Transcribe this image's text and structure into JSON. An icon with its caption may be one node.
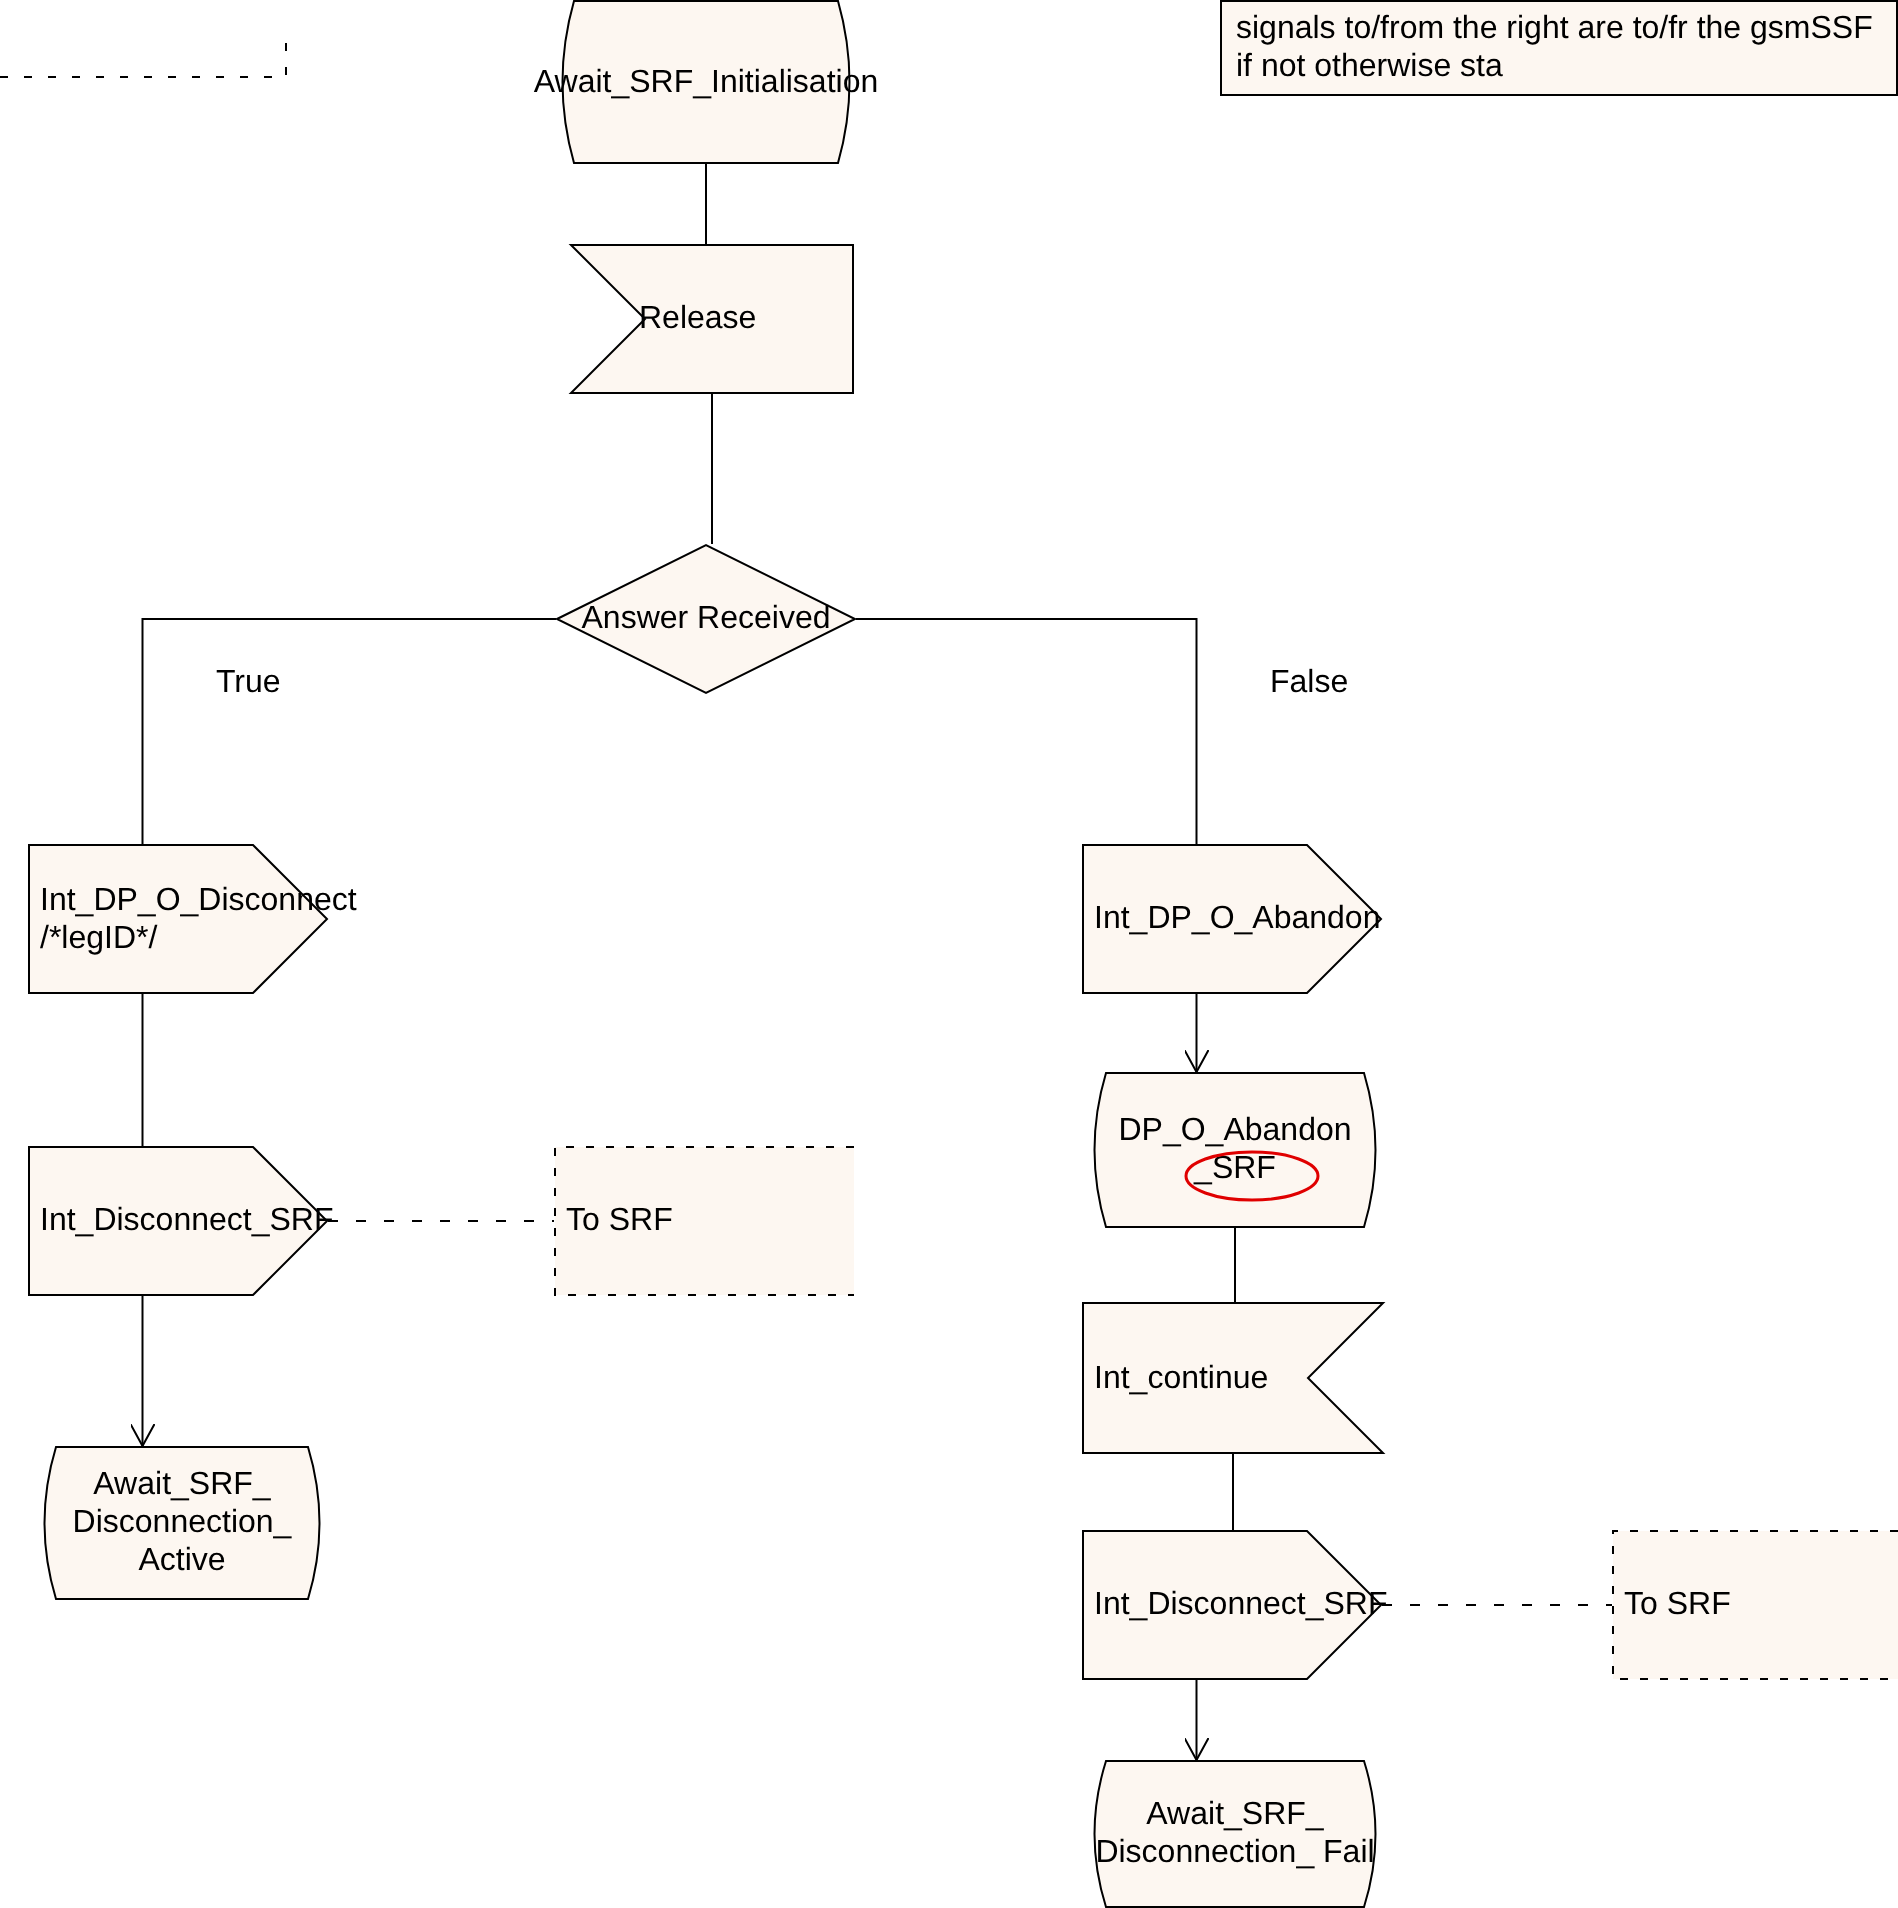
{
  "diagram": {
    "nodes": [
      {
        "text": [
          "Await_SRF_Initialisation"
        ]
      },
      {
        "text": [
          "Release"
        ]
      },
      {
        "text": [
          "Answer Received"
        ]
      },
      {
        "text": [
          "Int_DP_O_Disconnect /*legID*/"
        ]
      },
      {
        "text": [
          "Int_Disconnect_SRF"
        ]
      },
      {
        "text": [
          "To SRF"
        ]
      },
      {
        "text": [
          "Await_SRF_ Disconnection_ Active"
        ]
      },
      {
        "text": [
          "Int_DP_O_Abandon"
        ]
      },
      {
        "text": [
          "DP_O_Abandon _SRF"
        ]
      },
      {
        "text": [
          "Int_continue"
        ]
      },
      {
        "text": [
          "Int_Disconnect_SRF"
        ]
      },
      {
        "text": [
          "To SRF"
        ]
      },
      {
        "text": [
          "Await_SRF_ Disconnection_ Fail"
        ]
      },
      {
        "text": [
          "signals to/from the right are to/fr the gsmSSF if not otherwise sta"
        ]
      }
    ],
    "edges": [
      {
        "from": 0,
        "to": 1,
        "arrow": "none"
      },
      {
        "from": 1,
        "to": 2,
        "arrow": "none"
      },
      {
        "from": 2,
        "to": 3,
        "arrow": "none",
        "label": "True"
      },
      {
        "from": 2,
        "to": 7,
        "arrow": "none",
        "label": "False"
      },
      {
        "from": 3,
        "to": 4,
        "arrow": "none"
      },
      {
        "from": 4,
        "to": 6,
        "arrow": "to"
      },
      {
        "from": 4,
        "to": 5,
        "arrow": "none",
        "style": "dashed"
      },
      {
        "from": 7,
        "to": 8,
        "arrow": "to"
      },
      {
        "from": 8,
        "to": 9,
        "arrow": "none"
      },
      {
        "from": 9,
        "to": 10,
        "arrow": "none"
      },
      {
        "from": 10,
        "to": 12,
        "arrow": "to"
      },
      {
        "from": 10,
        "to": 11,
        "arrow": "none",
        "style": "dashed"
      }
    ]
  }
}
